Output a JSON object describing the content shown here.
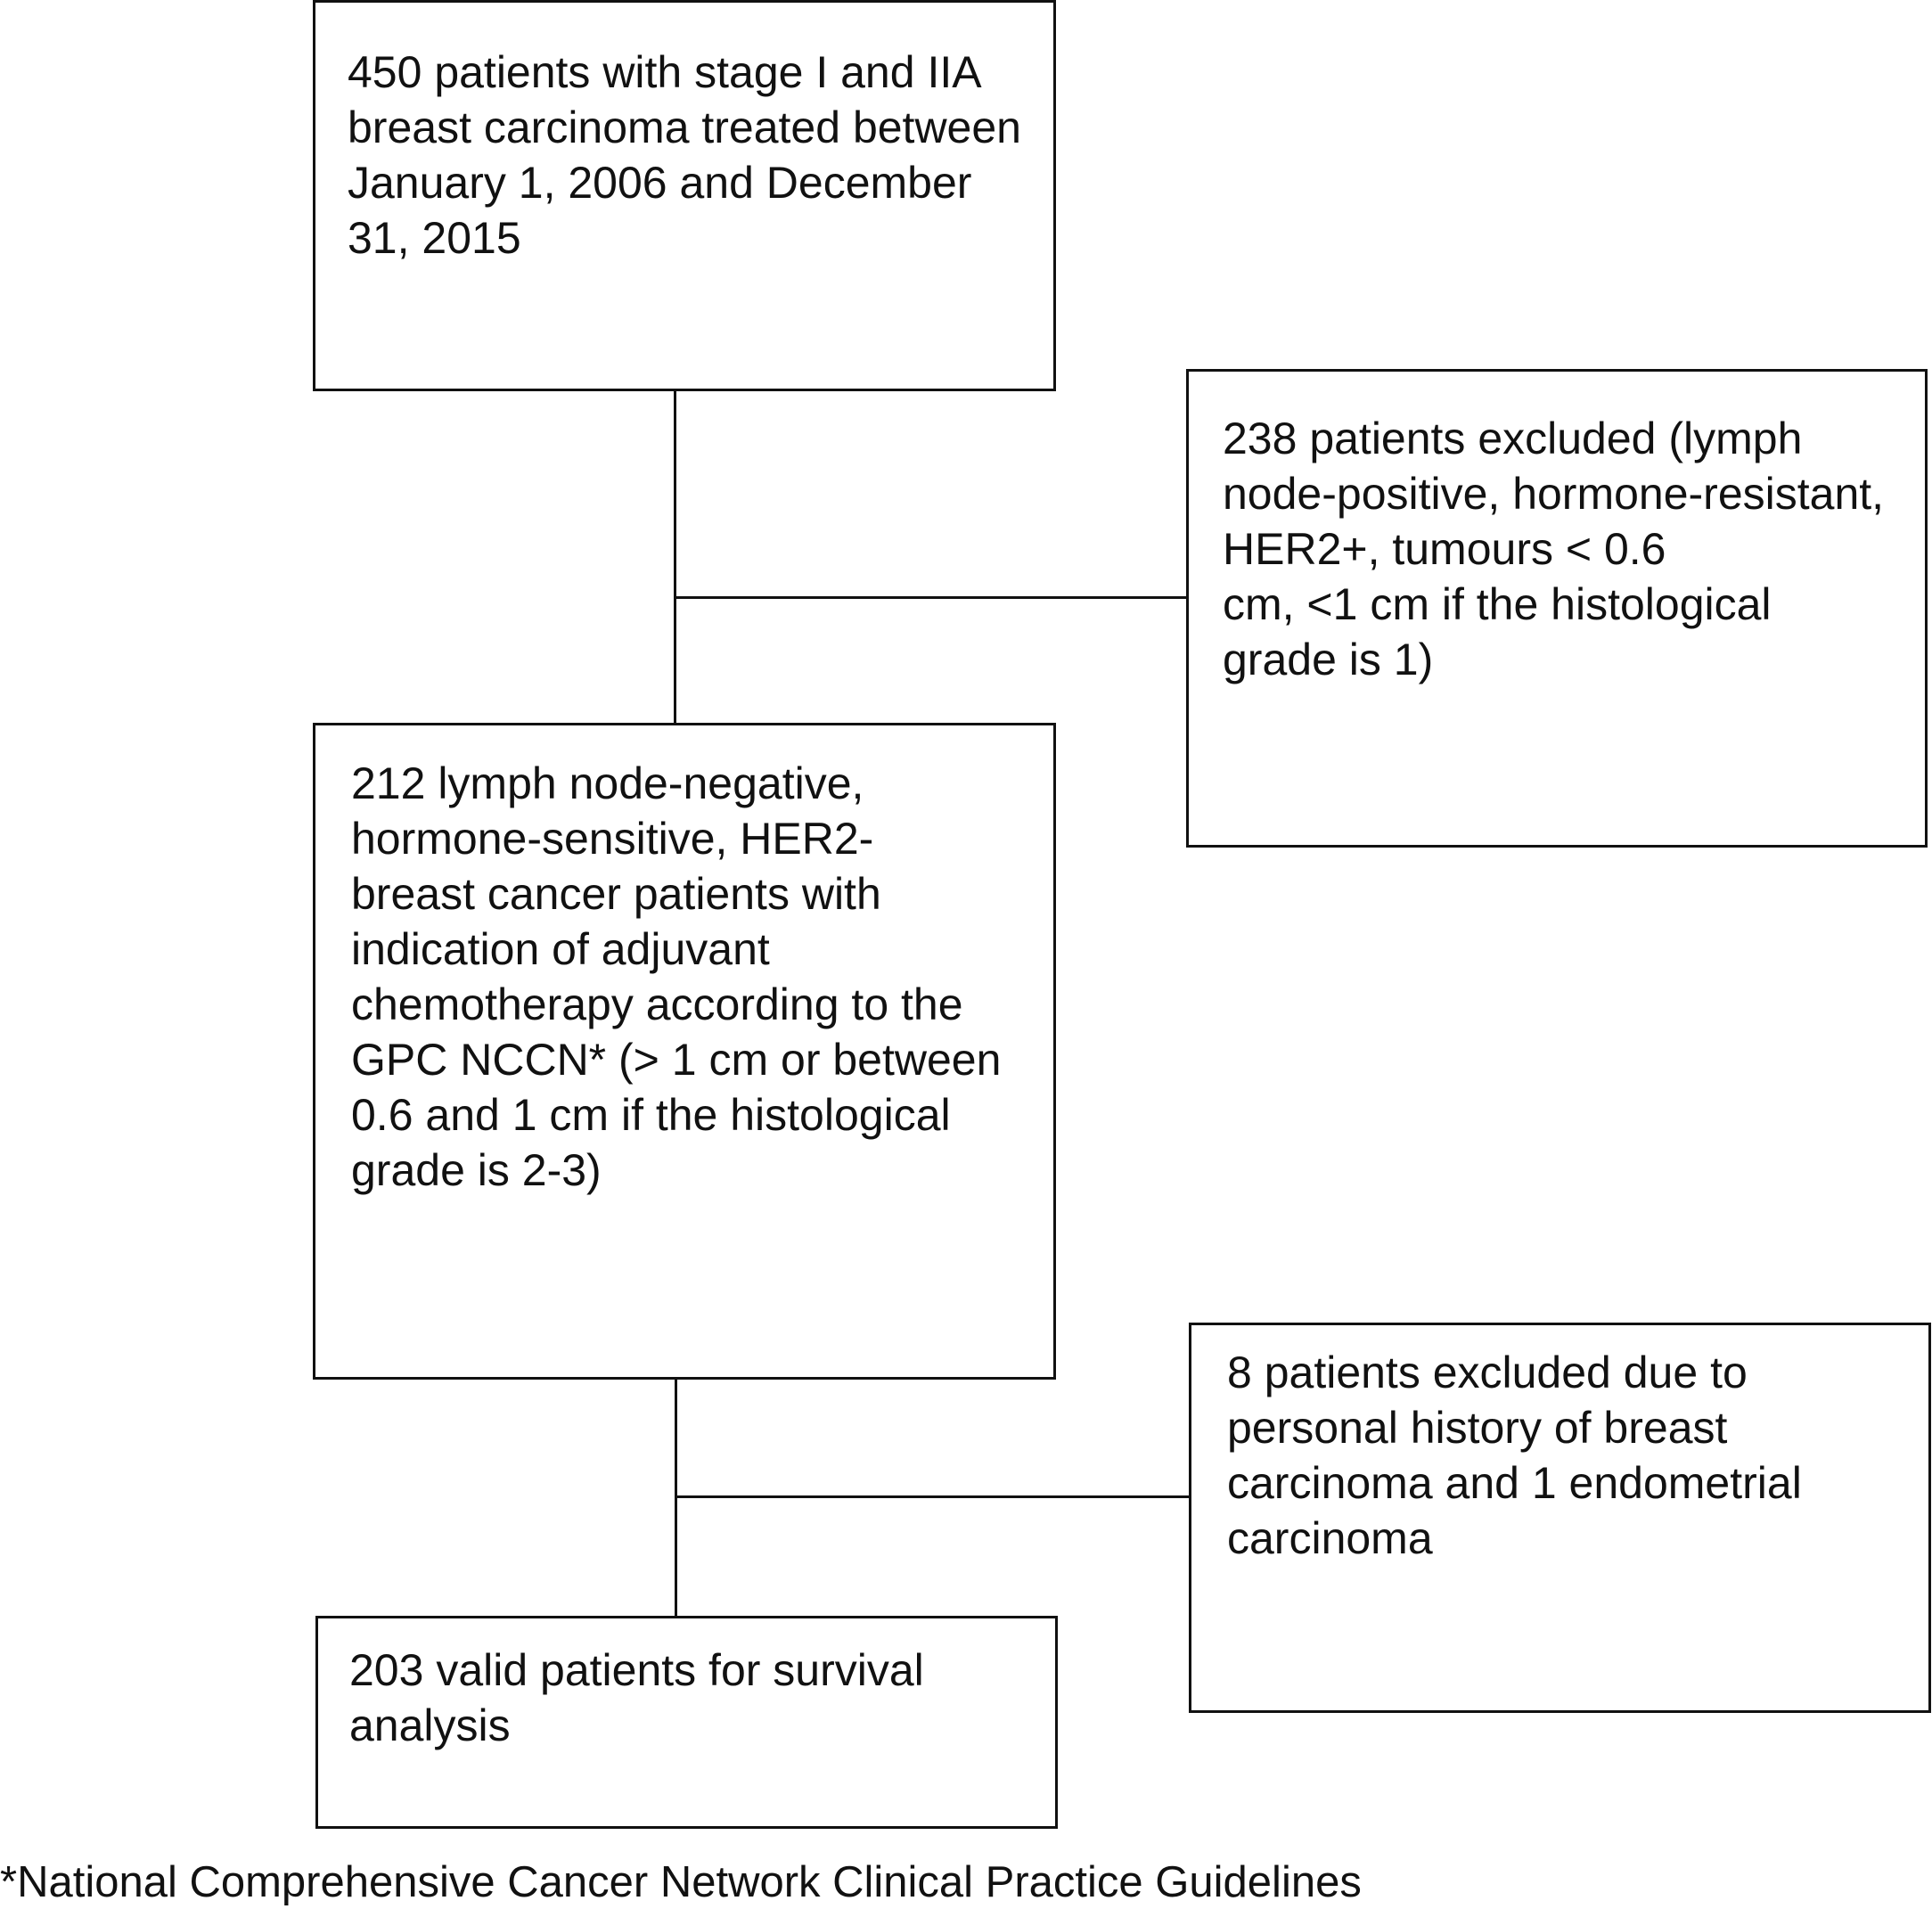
{
  "flowchart": {
    "initial_box": {
      "lines": [
        "450 patients with stage I and IIA",
        "breast carcinoma treated between",
        "January 1, 2006 and December",
        "31, 2015"
      ]
    },
    "exclusion_box_1": {
      "lines": [
        "238 patients excluded (lymph",
        "node-positive, hormone-resistant,",
        "HER2+, tumours < 0.6",
        "cm, <1 cm if the histological",
        "grade is 1)"
      ]
    },
    "eligible_box": {
      "lines": [
        "212 lymph node-negative,",
        "hormone-sensitive, HER2-",
        "breast cancer patients with",
        "indication of adjuvant",
        "chemotherapy according to the",
        "GPC NCCN* (> 1 cm or between",
        "0.6 and 1 cm if the histological",
        "grade is 2-3)"
      ]
    },
    "exclusion_box_2": {
      "lines": [
        "8 patients excluded due to",
        "personal history of breast",
        "carcinoma and 1 endometrial",
        "carcinoma"
      ]
    },
    "final_box": {
      "lines": [
        "203 valid patients for survival",
        "analysis"
      ]
    }
  },
  "footnote": "*National Comprehensive Cancer Network Clinical Practice Guidelines"
}
